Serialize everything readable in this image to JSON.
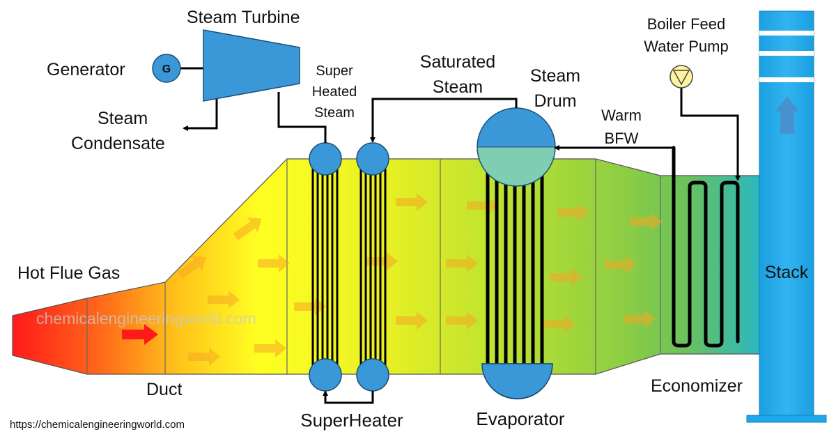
{
  "labels": {
    "steam_turbine": "Steam Turbine",
    "generator": "Generator",
    "generator_symbol": "G",
    "steam_condensate_1": "Steam",
    "steam_condensate_2": "Condensate",
    "super_heated_1": "Super",
    "super_heated_2": "Heated",
    "super_heated_3": "Steam",
    "saturated_steam_1": "Saturated",
    "saturated_steam_2": "Steam",
    "steam_drum_1": "Steam",
    "steam_drum_2": "Drum",
    "warm_bfw_1": "Warm",
    "warm_bfw_2": "BFW",
    "boiler_feed_1": "Boiler Feed",
    "boiler_feed_2": "Water Pump",
    "hot_flue_gas": "Hot Flue Gas",
    "duct": "Duct",
    "superheater": "SuperHeater",
    "evaporator": "Evaporator",
    "economizer": "Economizer",
    "stack": "Stack"
  },
  "watermark": "chemicalengineeringworld.com",
  "footer_url": "https://chemicalengineeringworld.com",
  "colors": {
    "equipment_blue": "#3a97d8",
    "water_teal": "#7fcdb3",
    "flue_red": "#ff1a1a",
    "flue_yellow": "#ffff22",
    "flue_green": "#8dcd44",
    "economizer_teal": "#2ab8c0",
    "stack_blue": "#1ea8e8",
    "arrow_orange": "#f5a623",
    "pump_yellow": "#fff3a0",
    "line_black": "#000000"
  },
  "icons": {
    "generator": "generator-circle-icon",
    "turbine": "steam-turbine-trapezoid-icon",
    "pump": "pump-triangle-icon",
    "stack_arrow": "up-arrow-icon",
    "inlet_arrow": "right-arrow-icon"
  }
}
